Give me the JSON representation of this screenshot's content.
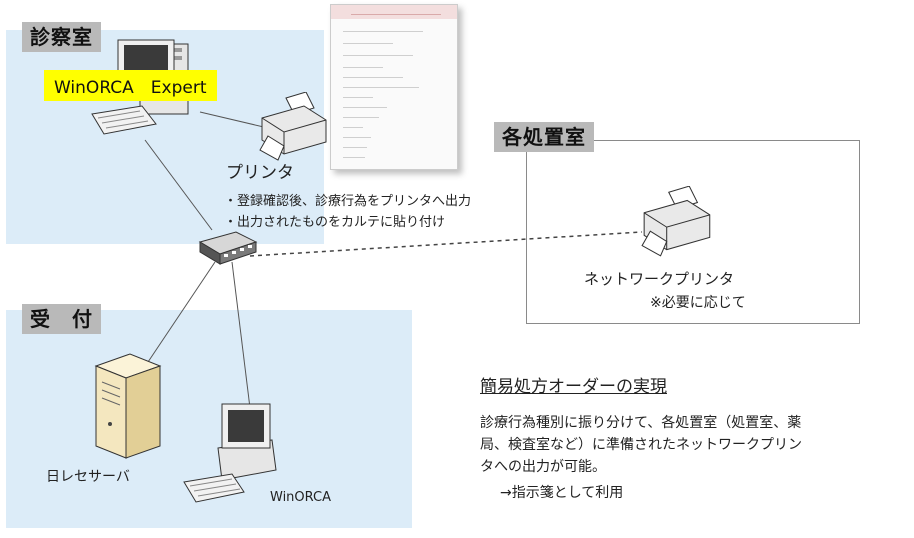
{
  "zones": {
    "shinsatsu": "診察室",
    "uketsuke": "受　付",
    "shochi": "各処置室"
  },
  "labels": {
    "winorca_expert": "WinORCA　Expert",
    "printer": "プリンタ",
    "printer_note_1": "・登録確認後、診療行為をプリンタへ出力",
    "printer_note_2": "・出力されたものをカルテに貼り付け",
    "network_printer": "ネットワークプリンタ",
    "network_printer_note": "※必要に応じて",
    "server": "日レセサーバ",
    "winorca": "WinORCA"
  },
  "description": {
    "heading": "簡易処方オーダーの実現",
    "line1": "診療行為種別に振り分けて、各処置室（処置室、薬",
    "line2": "局、検査室など）に準備されたネットワークプリン",
    "line3": "タへの出力が可能。",
    "line4": "→指示箋として利用"
  },
  "colors": {
    "zone_fill": "#dcecf8",
    "label_fill": "#b9b9b9",
    "highlight": "#ffff00"
  }
}
